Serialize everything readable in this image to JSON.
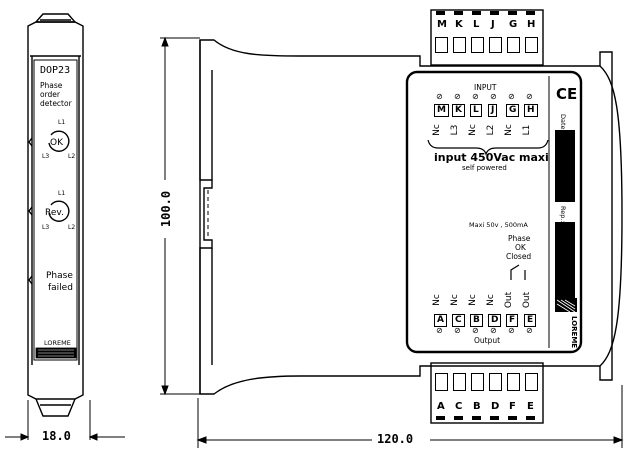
{
  "front_view": {
    "model": "DOP23",
    "description_lines": [
      "Phase",
      "order",
      "detector"
    ],
    "led_ok_label": "OK",
    "led_rev_label": "Rev.",
    "led_failed_lines": [
      "Phase",
      "failed"
    ],
    "phase_marks": [
      "L1",
      "L3",
      "L2"
    ],
    "brand": "LOREME",
    "width_dimension": "18.0"
  },
  "side_view": {
    "height_dimension": "100.0",
    "length_dimension": "120.0",
    "top_terminal_letters": [
      "M",
      "K",
      "L",
      "J",
      "G",
      "H"
    ],
    "bottom_terminal_letters": [
      "A",
      "C",
      "B",
      "D",
      "F",
      "E"
    ],
    "label": {
      "input_title": "INPUT",
      "input_terminals": [
        "M",
        "K",
        "L",
        "J",
        "G",
        "H"
      ],
      "input_signals": [
        "Nc",
        "L3",
        "Nc",
        "L2",
        "Nc",
        "L1"
      ],
      "supply_main": "input 450Vac maxi",
      "supply_sub": "self powered",
      "ce_mark": "CE",
      "date_label": "Date:",
      "rep_label": "Rep.:",
      "relay_rating": "Maxi 50v , 500mA",
      "relay_state_lines": [
        "Phase",
        "OK",
        "Closed"
      ],
      "output_signals": [
        "Nc",
        "Nc",
        "Nc",
        "Nc",
        "Out",
        "Out"
      ],
      "output_terminals": [
        "A",
        "C",
        "B",
        "D",
        "F",
        "E"
      ],
      "output_title": "Output",
      "brand": "LOREME"
    }
  }
}
